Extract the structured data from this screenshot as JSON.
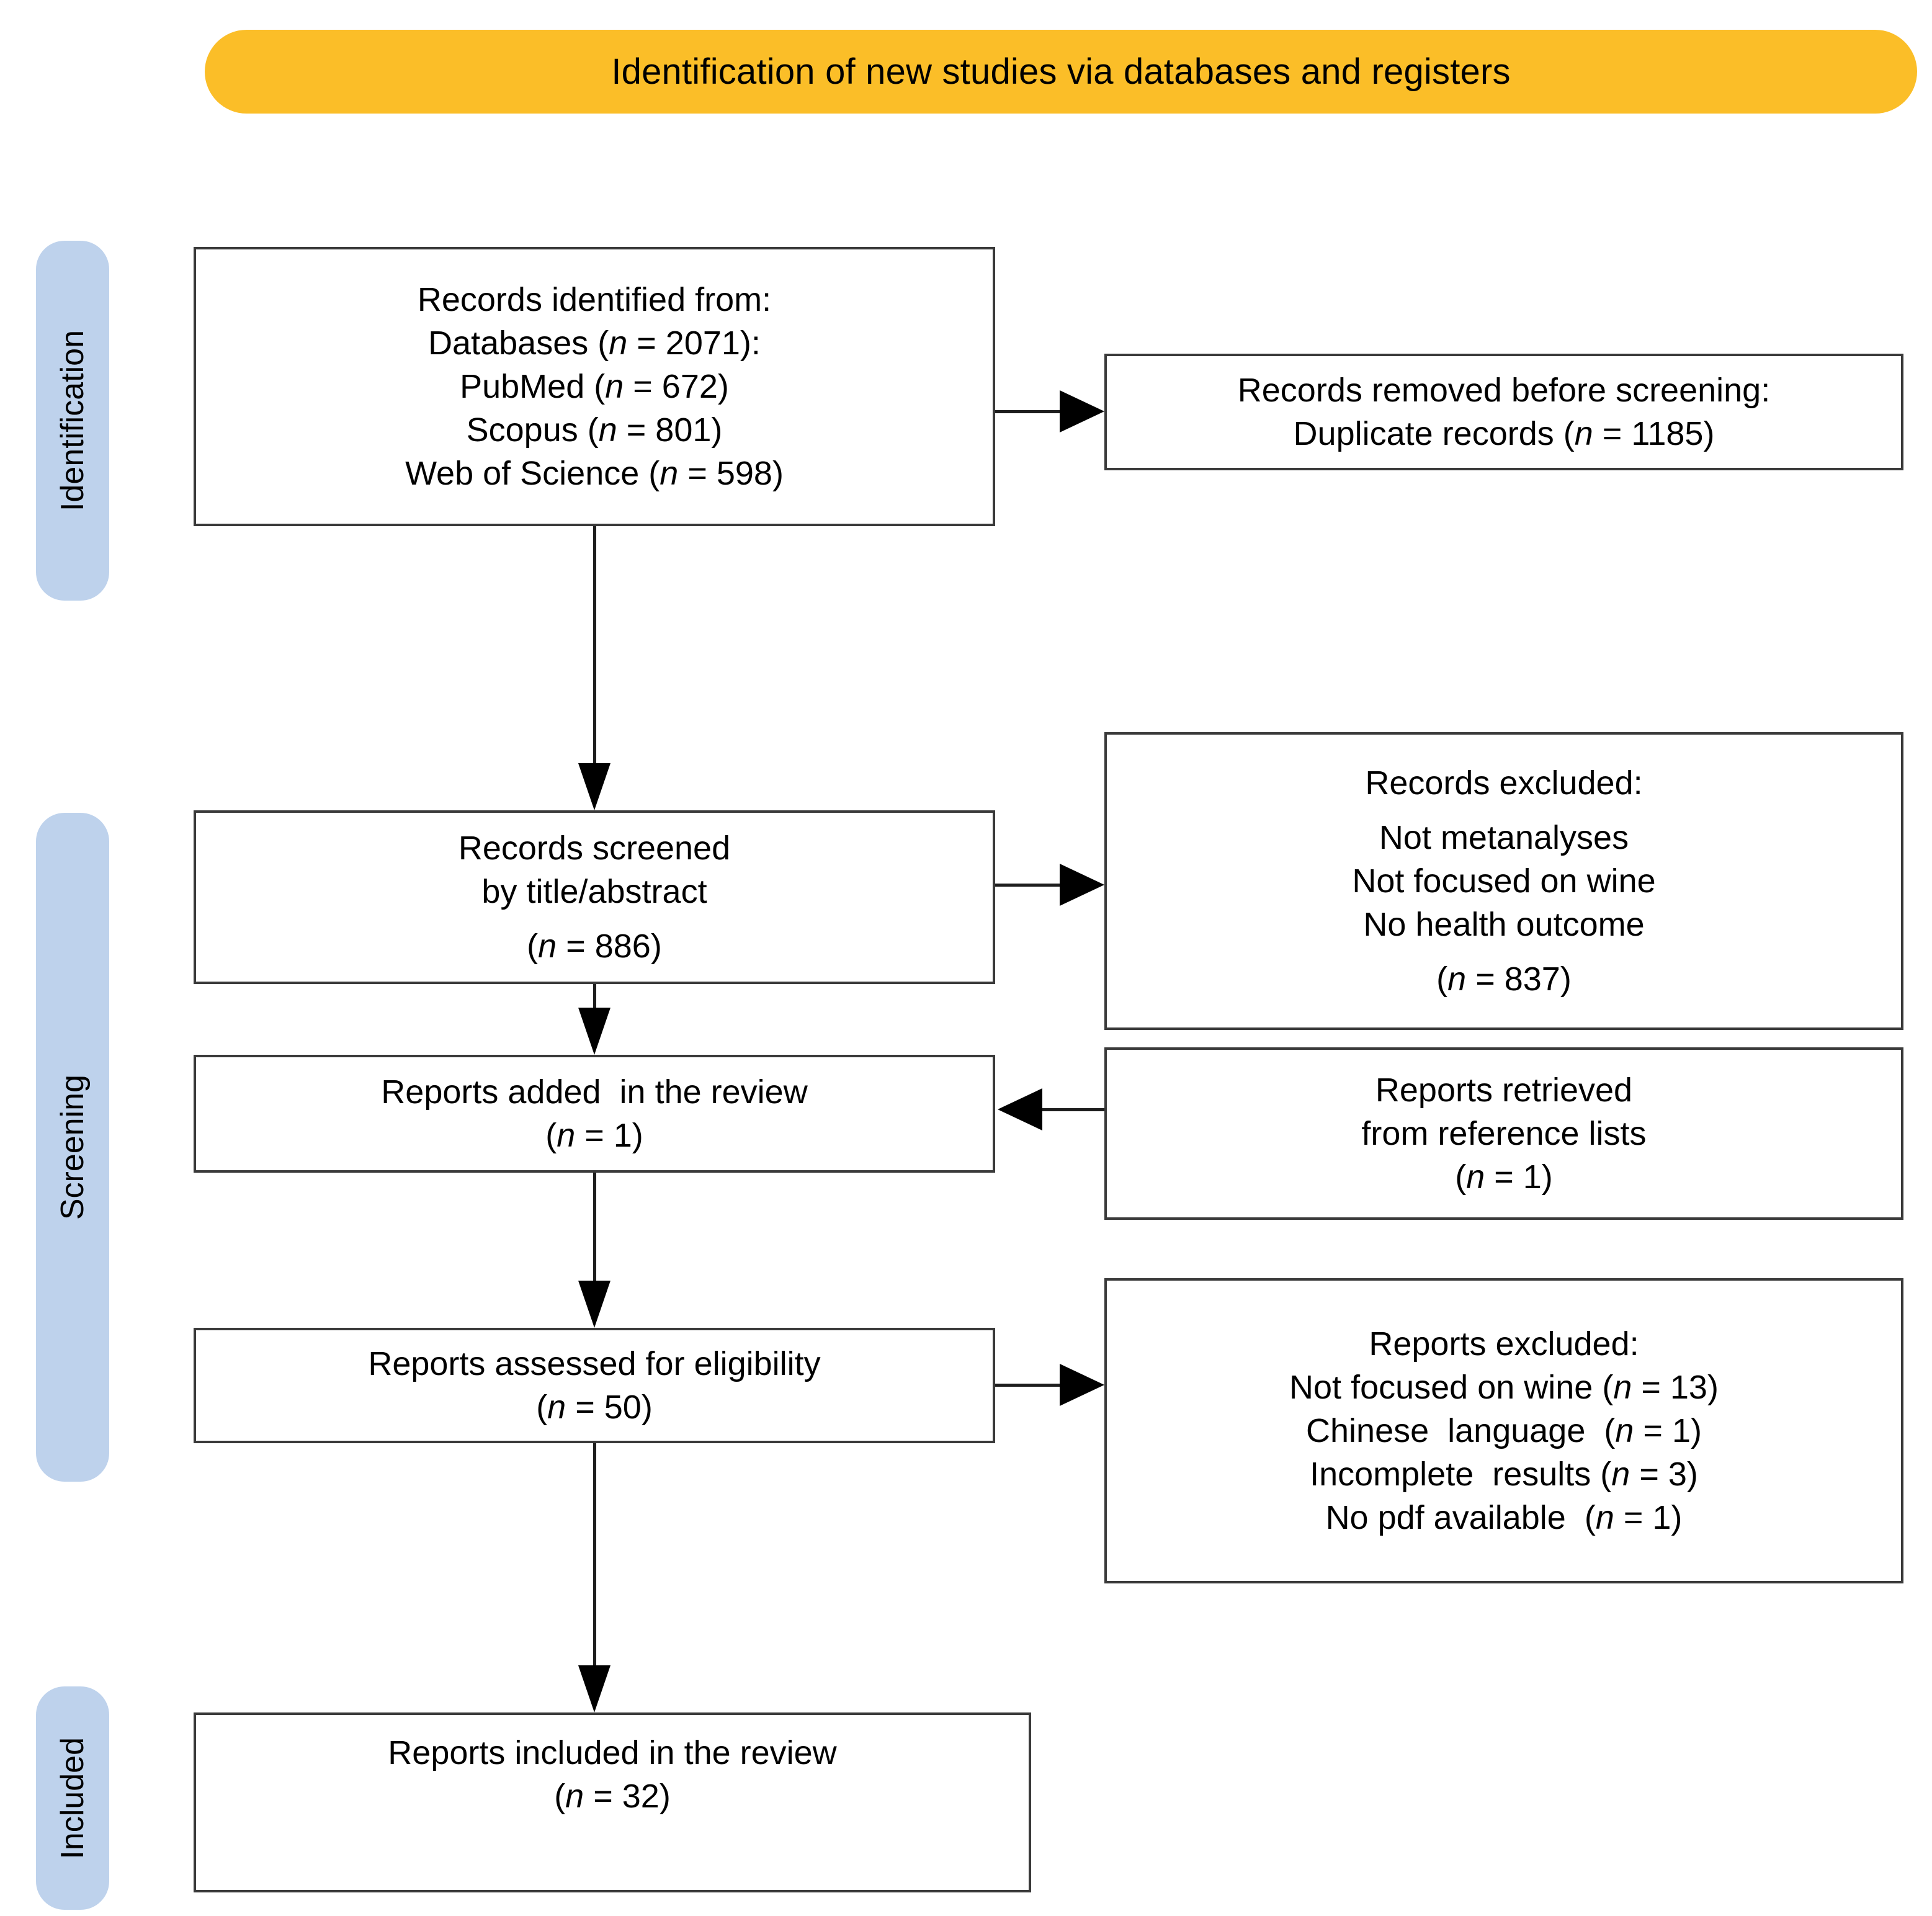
{
  "banner": {
    "title": "Identification of new studies via databases and registers",
    "color": "#fbbe28"
  },
  "stages": {
    "color": "#bed2ec",
    "items": [
      {
        "label": "Identification"
      },
      {
        "label": "Screening"
      },
      {
        "label": "Included"
      }
    ]
  },
  "boxes": {
    "identified": {
      "lines": [
        "Records identified from:",
        "Databases (n = 2071):",
        "PubMed (n = 672)",
        "Scopus (n = 801)",
        "Web of Science (n = 598)"
      ]
    },
    "removed": {
      "lines": [
        "Records removed before screening:",
        "Duplicate records (n = 1185)"
      ]
    },
    "screened": {
      "lines": [
        "Records screened",
        "by title/abstract",
        "(n = 886)"
      ]
    },
    "records_excluded": {
      "lines": [
        "Records excluded:",
        "Not metanalyses",
        "Not focused on wine",
        "No health outcome",
        "(n = 837)"
      ]
    },
    "added": {
      "lines": [
        "Reports added  in the review",
        "(n = 1)"
      ]
    },
    "retrieved": {
      "lines": [
        "Reports retrieved",
        "from reference lists",
        "(n = 1)"
      ]
    },
    "eligibility": {
      "lines": [
        "Reports assessed for eligibility",
        "(n = 50)"
      ]
    },
    "reports_excluded": {
      "lines": [
        "Reports excluded:",
        "Not focused on wine (n = 13)",
        "Chinese  language  (n = 1)",
        "Incomplete  results (n = 3)",
        "No pdf available  (n = 1)"
      ]
    },
    "included": {
      "lines": [
        "Reports included in the review",
        "(n = 32)"
      ]
    }
  },
  "flow_data": {
    "type": "prisma-flow-diagram",
    "counts": {
      "databases_total": 2071,
      "pubmed": 672,
      "scopus": 801,
      "web_of_science": 598,
      "duplicates_removed": 1185,
      "records_screened": 886,
      "records_excluded": 837,
      "reports_added_from_references": 1,
      "reports_retrieved_from_reference_lists": 1,
      "reports_assessed_for_eligibility": 50,
      "reports_excluded_not_focused_on_wine": 13,
      "reports_excluded_chinese_language": 1,
      "reports_excluded_incomplete_results": 3,
      "reports_excluded_no_pdf": 1,
      "reports_included": 32
    }
  }
}
